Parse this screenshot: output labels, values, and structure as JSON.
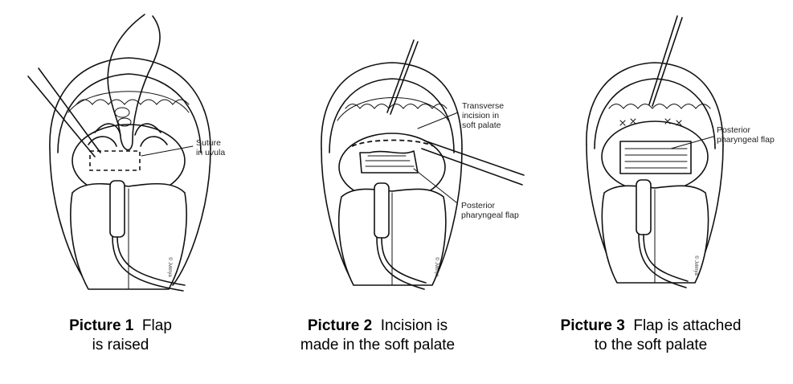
{
  "panels": [
    {
      "labels": [
        "Suture",
        "in uvula"
      ],
      "caption": {
        "bold": "Picture 1",
        "text_line1": "Flap",
        "text_line2": "is raised"
      },
      "signature": "© Jvlmya"
    },
    {
      "labels_top": [
        "Transverse",
        "incision in",
        "soft palate"
      ],
      "labels_bottom": [
        "Posterior",
        "pharyngeal flap"
      ],
      "caption": {
        "bold": "Picture 2",
        "text_line1": "Incision is",
        "text_line2": "made in the soft palate"
      },
      "signature": "© Jvlmya"
    },
    {
      "labels": [
        "Posterior",
        "pharyngeal flap"
      ],
      "caption": {
        "bold": "Picture 3",
        "text_line1": "Flap is attached",
        "text_line2": "to the soft palate"
      },
      "signature": "© Jvlmya"
    }
  ]
}
